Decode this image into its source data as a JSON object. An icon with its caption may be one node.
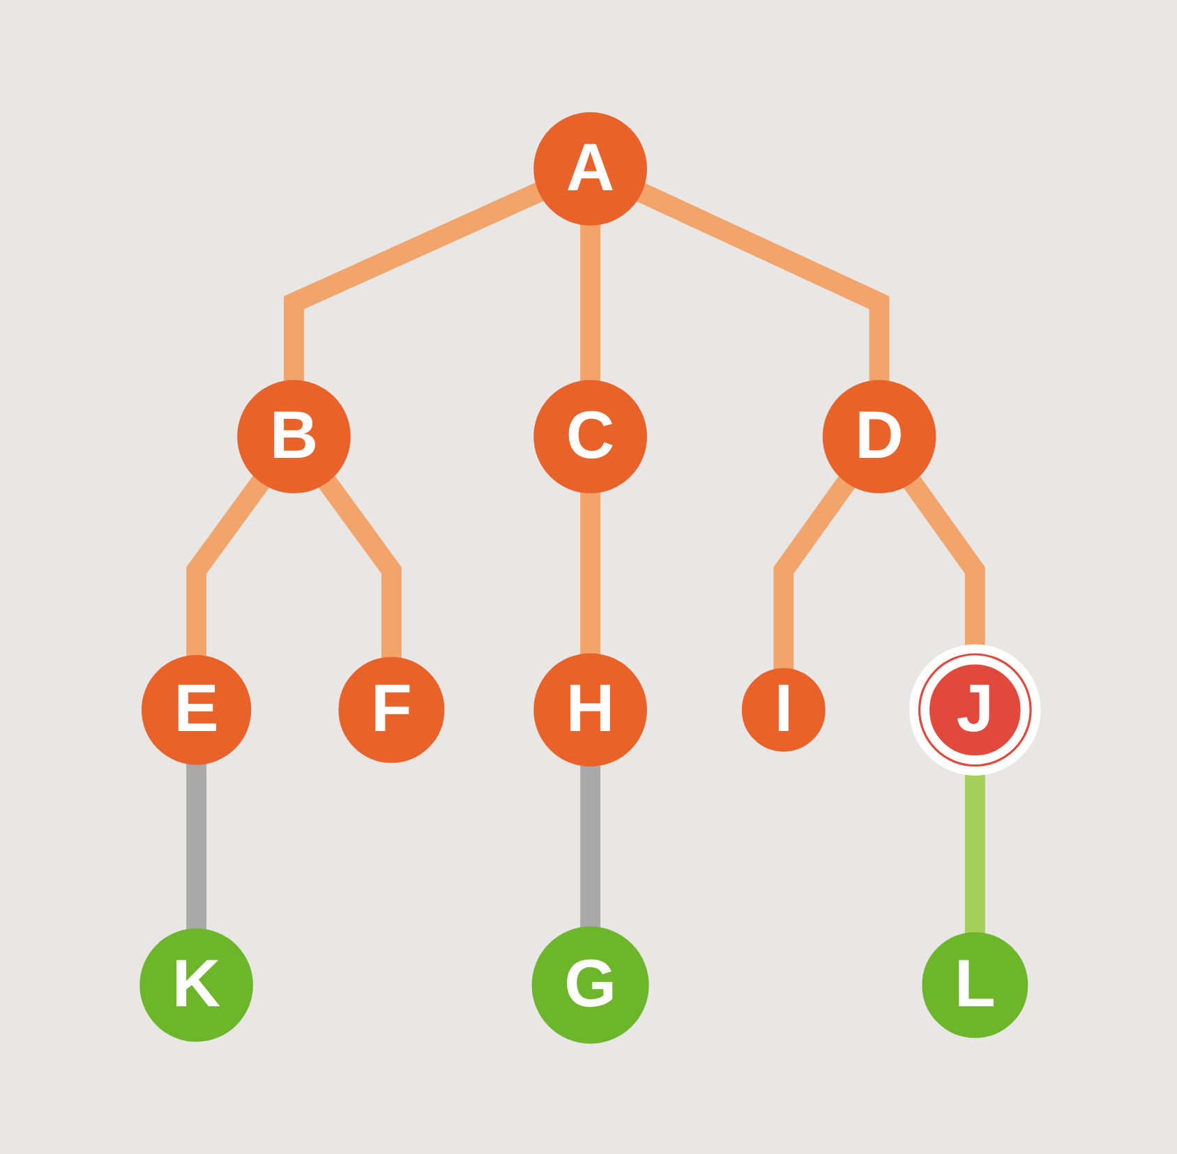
{
  "diagram": {
    "nodes": [
      {
        "text": [
          "A"
        ]
      },
      {
        "text": [
          "B"
        ]
      },
      {
        "text": [
          "C"
        ]
      },
      {
        "text": [
          "D"
        ]
      },
      {
        "text": [
          "E"
        ]
      },
      {
        "text": [
          "F"
        ]
      },
      {
        "text": [
          "H"
        ]
      },
      {
        "text": [
          "I"
        ]
      },
      {
        "text": [
          "J"
        ]
      },
      {
        "text": [
          "K"
        ]
      },
      {
        "text": [
          "G"
        ]
      },
      {
        "text": [
          "L"
        ]
      }
    ],
    "edges": [
      {
        "from": 0,
        "to": 1,
        "arrow": "none"
      },
      {
        "from": 0,
        "to": 2,
        "arrow": "none"
      },
      {
        "from": 0,
        "to": 3,
        "arrow": "none"
      },
      {
        "from": 1,
        "to": 4,
        "arrow": "none"
      },
      {
        "from": 1,
        "to": 5,
        "arrow": "none"
      },
      {
        "from": 2,
        "to": 6,
        "arrow": "none"
      },
      {
        "from": 3,
        "to": 7,
        "arrow": "none"
      },
      {
        "from": 3,
        "to": 8,
        "arrow": "none"
      },
      {
        "from": 4,
        "to": 9,
        "arrow": "none",
        "color": "#a9a9a9"
      },
      {
        "from": 6,
        "to": 10,
        "arrow": "none",
        "color": "#a9a9a9"
      },
      {
        "from": 8,
        "to": 11,
        "arrow": "none",
        "color": "#a3cf5a"
      }
    ]
  }
}
